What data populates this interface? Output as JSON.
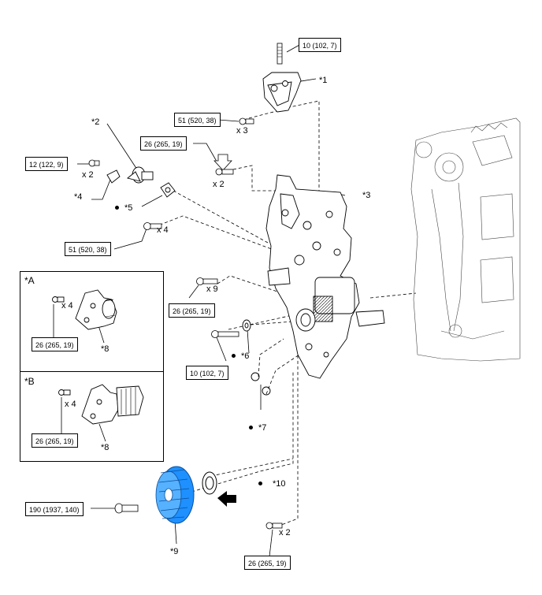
{
  "torques": {
    "t1": "10 (102, 7)",
    "t2": "51 (520, 38)",
    "t3": "26 (265, 19)",
    "t4": "12 (122, 9)",
    "t5": "51 (520, 38)",
    "t6": "26 (265, 19)",
    "t7": "10 (102, 7)",
    "t8": "26 (265, 19)",
    "t9": "26 (265, 19)",
    "t10": "190 (1937, 140)",
    "t11": "26 (265, 19)"
  },
  "quantities": {
    "q_x3": "x 3",
    "q_x2_bolt": "x 2",
    "q_x2_small": "x 2",
    "q_x4_main": "x 4",
    "q_x9": "x 9",
    "q_x4_a": "x 4",
    "q_x4_b": "x 4",
    "q_x2_bottom": "x 2"
  },
  "callouts": {
    "c1": "*1",
    "c2": "*2",
    "c3": "*3",
    "c4": "*4",
    "c5": "*5",
    "c6": "*6",
    "c7": "*7",
    "c8a": "*8",
    "c8b": "*8",
    "c9": "*9",
    "c10": "*10"
  },
  "panels": {
    "a": "*A",
    "b": "*B"
  },
  "colors": {
    "pulley": "#1e90ff",
    "line": "#000000"
  }
}
